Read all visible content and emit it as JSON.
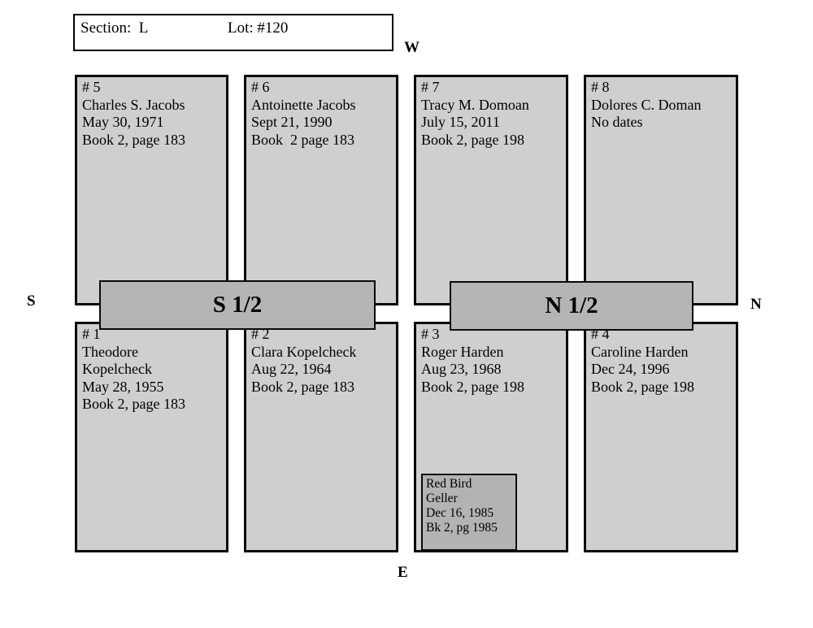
{
  "header": {
    "section": "Section:  L",
    "lot": "Lot: #120"
  },
  "compass": {
    "west": "W",
    "east": "E",
    "south": "S",
    "north": "N"
  },
  "halves": [
    {
      "label": "S 1/2"
    },
    {
      "label": "N 1/2"
    }
  ],
  "plots": [
    {
      "id": "# 5",
      "lines": [
        "Charles S. Jacobs",
        "May 30, 1971",
        "Book 2, page 183"
      ]
    },
    {
      "id": "# 6",
      "lines": [
        "Antoinette Jacobs",
        "Sept 21, 1990",
        "Book  2 page 183"
      ]
    },
    {
      "id": "# 7",
      "lines": [
        "Tracy M. Domoan",
        "July 15, 2011",
        "Book 2, page 198"
      ]
    },
    {
      "id": "# 8",
      "lines": [
        "Dolores C. Doman",
        "No dates"
      ]
    },
    {
      "id": "# 1",
      "lines": [
        "Theodore",
        "Kopelcheck",
        "May 28, 1955",
        "Book 2, page 183"
      ]
    },
    {
      "id": "# 2",
      "lines": [
        "Clara Kopelcheck",
        "Aug 22, 1964",
        "Book 2, page 183"
      ]
    },
    {
      "id": "# 3",
      "lines": [
        "Roger Harden",
        "Aug 23, 1968",
        "Book 2, page 198"
      ]
    },
    {
      "id": "# 4",
      "lines": [
        "Caroline Harden",
        "Dec 24, 1996",
        "Book 2, page 198"
      ]
    }
  ],
  "marker": {
    "lines": [
      "Red Bird",
      "Geller",
      "Dec 16, 1985",
      "Bk 2, pg 1985"
    ]
  },
  "colors": {
    "background": "#ffffff",
    "plot_fill": "#cfcfcf",
    "half_bar_fill": "#b5b5b5",
    "marker_fill": "#b3b3b3",
    "border": "#000000"
  }
}
